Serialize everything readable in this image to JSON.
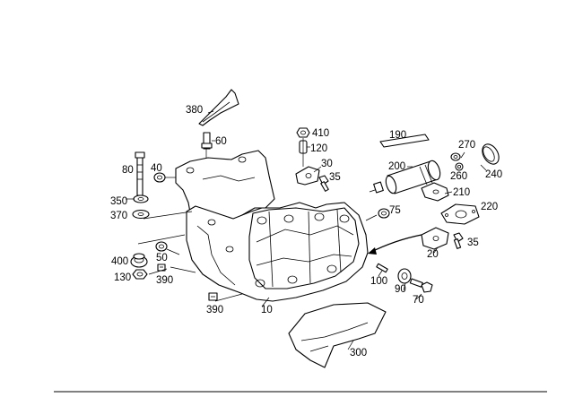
{
  "diagram": {
    "callouts": [
      {
        "id": "c380",
        "text": "380"
      },
      {
        "id": "c60",
        "text": "60"
      },
      {
        "id": "c80",
        "text": "80"
      },
      {
        "id": "c40",
        "text": "40"
      },
      {
        "id": "c350",
        "text": "350"
      },
      {
        "id": "c370",
        "text": "370"
      },
      {
        "id": "c400",
        "text": "400"
      },
      {
        "id": "c50",
        "text": "50"
      },
      {
        "id": "c130",
        "text": "130"
      },
      {
        "id": "c390a",
        "text": "390"
      },
      {
        "id": "c390b",
        "text": "390"
      },
      {
        "id": "c10",
        "text": "10"
      },
      {
        "id": "c410",
        "text": "410"
      },
      {
        "id": "c120",
        "text": "120"
      },
      {
        "id": "c30",
        "text": "30"
      },
      {
        "id": "c35a",
        "text": "35"
      },
      {
        "id": "c75",
        "text": "75"
      },
      {
        "id": "c190",
        "text": "190"
      },
      {
        "id": "c270",
        "text": "270"
      },
      {
        "id": "c200",
        "text": "200"
      },
      {
        "id": "c260",
        "text": "260"
      },
      {
        "id": "c240",
        "text": "240"
      },
      {
        "id": "c210",
        "text": "210"
      },
      {
        "id": "c220",
        "text": "220"
      },
      {
        "id": "c35b",
        "text": "35"
      },
      {
        "id": "c20",
        "text": "20"
      },
      {
        "id": "c100",
        "text": "100"
      },
      {
        "id": "c90",
        "text": "90"
      },
      {
        "id": "c70",
        "text": "70"
      },
      {
        "id": "c300",
        "text": "300"
      }
    ]
  }
}
